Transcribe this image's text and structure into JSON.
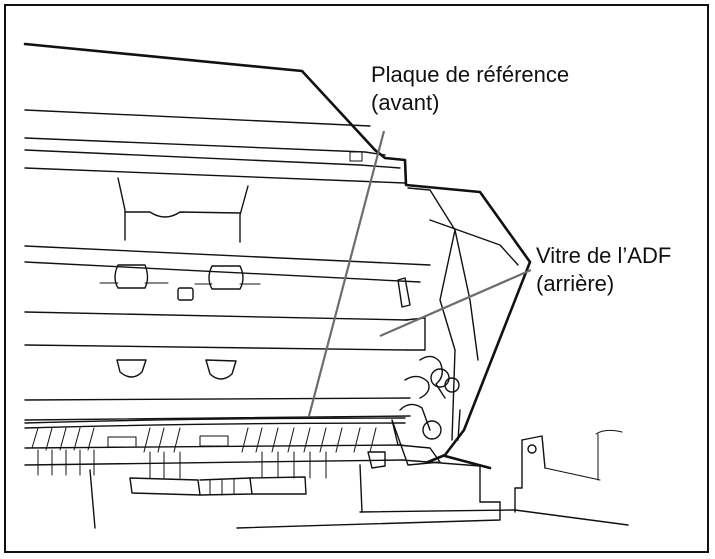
{
  "figure": {
    "labels": {
      "reference_plate": {
        "line1": "Plaque de référence",
        "line2": "(avant)"
      },
      "adf_glass": {
        "line1": "Vitre de l’ADF",
        "line2": "(arrière)"
      }
    },
    "colors": {
      "line": "#111111",
      "leader": "#6d6d6d",
      "background": "#ffffff"
    }
  }
}
